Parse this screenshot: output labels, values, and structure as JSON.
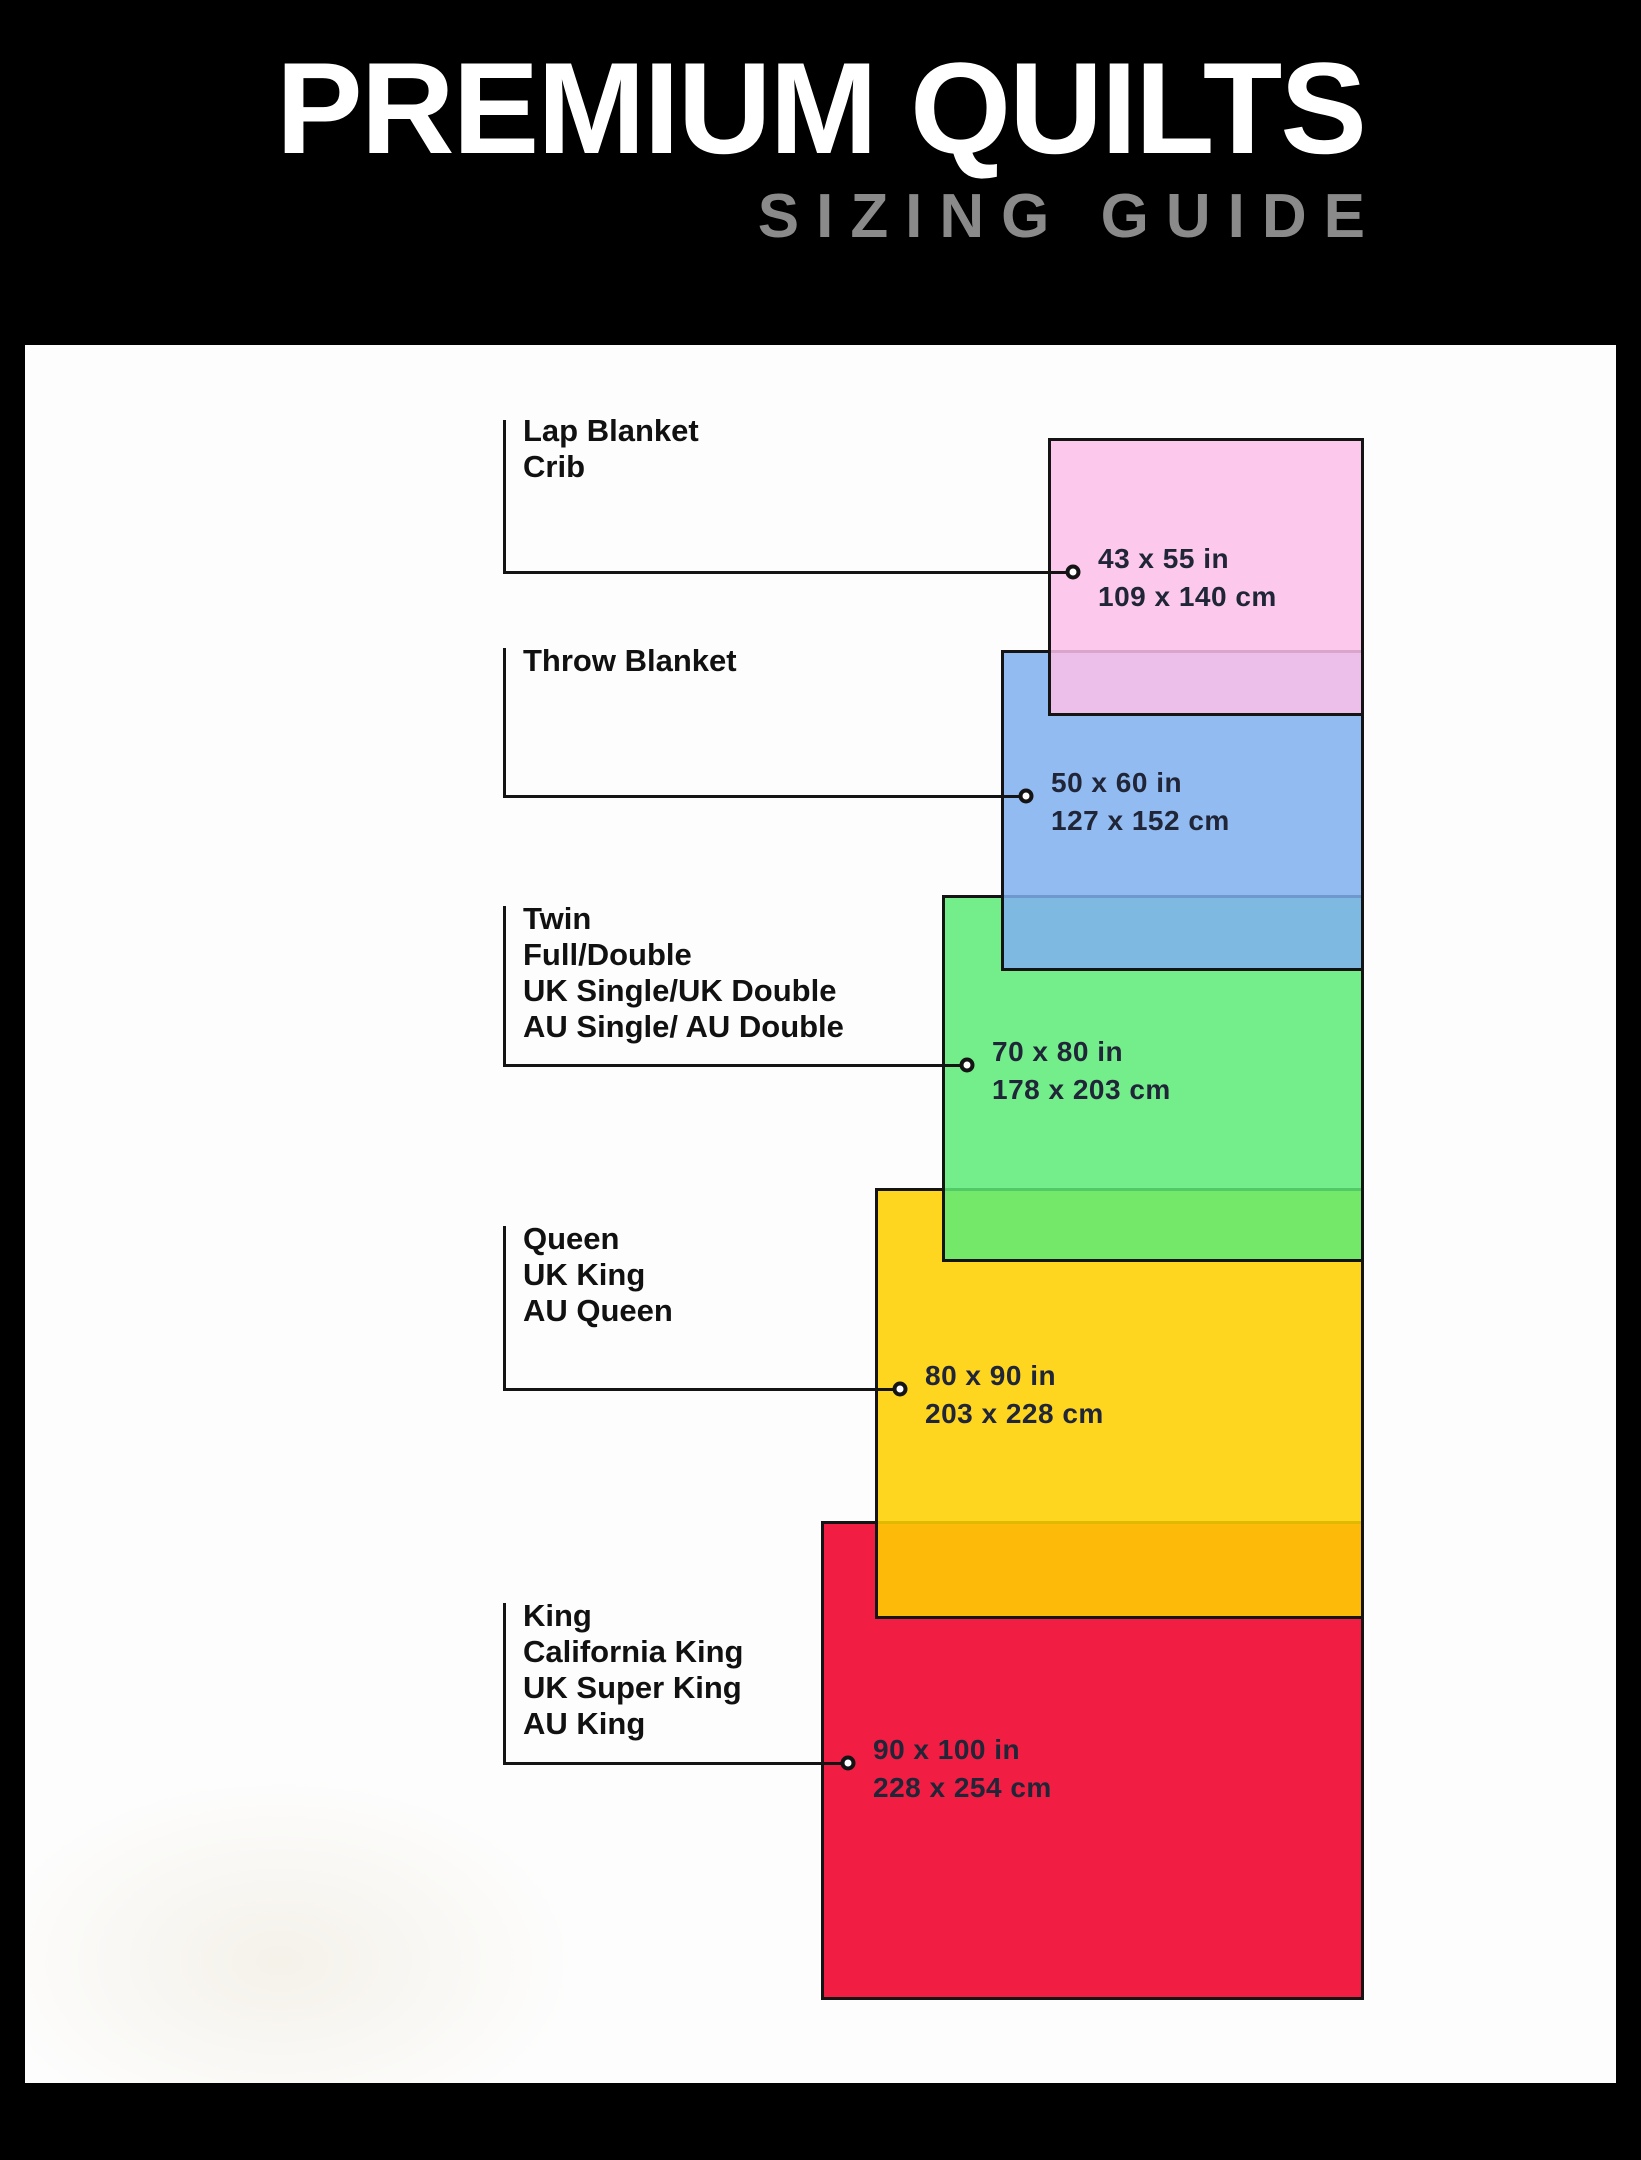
{
  "header": {
    "title": "PREMIUM QUILTS",
    "subtitle": "SIZING GUIDE"
  },
  "colors": {
    "background": "#000000",
    "panel": "#fdfdfd",
    "title_text": "#ffffff",
    "subtitle_text": "#8a8a8a",
    "line": "#141414",
    "label_text": "#111111",
    "measurement_text": "#202638"
  },
  "sizes": [
    {
      "id": "lap-blanket-crib",
      "labels": [
        "Lap Blanket",
        "Crib"
      ],
      "inches": "43 x 55 in",
      "cm": "109 x 140 cm",
      "fill": "rgba(251, 191, 233, 0.85)",
      "hex": "#FBC8EC"
    },
    {
      "id": "throw-blanket",
      "labels": [
        "Throw Blanket"
      ],
      "inches": "50 x 60 in",
      "cm": "127 x 152 cm",
      "fill": "rgba(127, 175, 240, 0.85)",
      "hex": "#92BBF2"
    },
    {
      "id": "twin-full-double",
      "labels": [
        "Twin",
        "Full/Double",
        "UK Single/UK Double",
        "AU Single/ AU Double"
      ],
      "inches": "70 x 80 in",
      "cm": "178 x 203 cm",
      "fill": "rgba(92, 235, 117, 0.85)",
      "hex": "#74EE89"
    },
    {
      "id": "queen",
      "labels": [
        "Queen",
        "UK King",
        "AU Queen"
      ],
      "inches": "80 x 90 in",
      "cm": "203 x 228 cm",
      "fill": "rgba(255, 208, 0, 0.88)",
      "hex": "#FFD703"
    },
    {
      "id": "king",
      "labels": [
        "King",
        "California King",
        "UK Super King",
        "AU King"
      ],
      "inches": "90 x 100 in",
      "cm": "228 x 254 cm",
      "fill": "rgba(240, 10, 50, 0.92)",
      "hex": "#F2274C"
    }
  ]
}
